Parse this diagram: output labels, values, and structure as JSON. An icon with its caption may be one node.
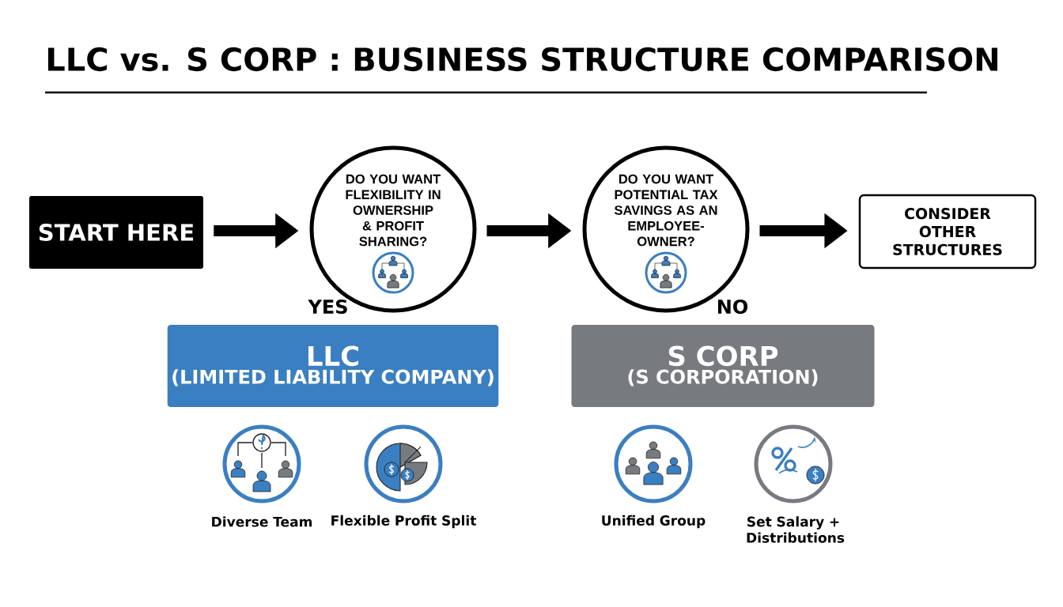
{
  "diagram": {
    "title": "LLC vs. S CORP : BUSINESS STRUCTURE COMPARISON",
    "nodes": [
      {
        "text": [
          "START HERE"
        ]
      },
      {
        "text": [
          "DO YOU WANT FLEXIBILITY IN OWNERSHIP & PROFIT SHARING?"
        ]
      },
      {
        "text": [
          "DO YOU WANT POTENTIAL TAX SAVINGS AS AN EMPLOYEE-OWNER?"
        ]
      },
      {
        "text": [
          "CONSIDER OTHER STRUCTURES"
        ]
      },
      {
        "text": [
          "LLC",
          "(LIMITED LIABILITY COMPANY)"
        ]
      },
      {
        "text": [
          "S CORP",
          "(S CORPORATION)"
        ]
      }
    ],
    "edges": [
      {
        "from": 0,
        "to": 1,
        "arrow": "to"
      },
      {
        "from": 1,
        "to": 2,
        "arrow": "to"
      },
      {
        "from": 2,
        "to": 3,
        "arrow": "to"
      }
    ],
    "labels": [
      "YES",
      "NO",
      "Diverse Team",
      "Flexible Profit Split",
      "Unified Group",
      "Set Salary + Distributions"
    ]
  }
}
